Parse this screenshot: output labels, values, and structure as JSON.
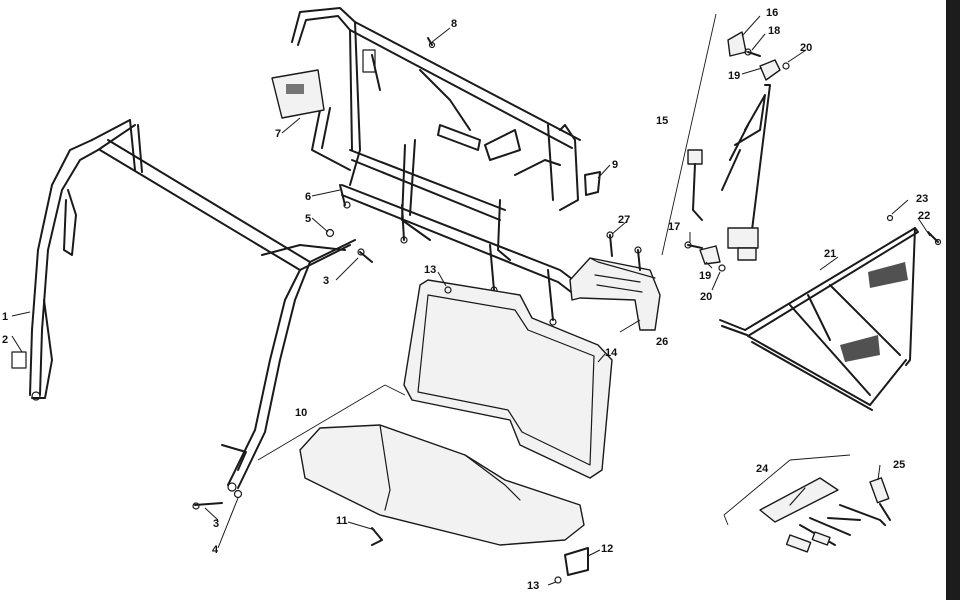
{
  "callouts": {
    "c1": "1",
    "c2": "2",
    "c3a": "3",
    "c3b": "3",
    "c4": "4",
    "c5": "5",
    "c6": "6",
    "c7": "7",
    "c8": "8",
    "c9": "9",
    "c10": "10",
    "c11": "11",
    "c12": "12",
    "c13a": "13",
    "c13b": "13",
    "c14": "14",
    "c15": "15",
    "c16": "16",
    "c17": "17",
    "c18": "18",
    "c19a": "19",
    "c19b": "19",
    "c20a": "20",
    "c20b": "20",
    "c21": "21",
    "c22": "22",
    "c23": "23",
    "c24": "24",
    "c25": "25",
    "c26": "26",
    "c27": "27"
  }
}
